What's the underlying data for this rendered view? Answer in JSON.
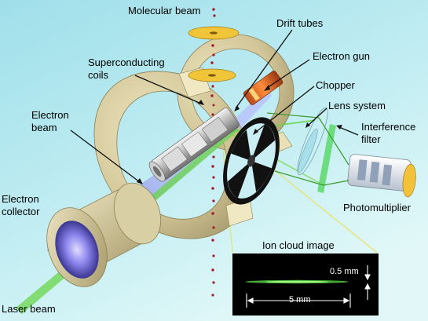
{
  "labels": {
    "molecular_beam": "Molecular beam",
    "drift_tubes": "Drift tubes",
    "electron_gun": "Electron gun",
    "superconducting_coils_1": "Superconducting",
    "superconducting_coils_2": "coils",
    "chopper": "Chopper",
    "lens_system": "Lens system",
    "electron_beam_1": "Electron",
    "electron_beam_2": "beam",
    "interference_filter_1": "Interference",
    "interference_filter_2": "filter",
    "electron_collector_1": "Electron",
    "electron_collector_2": "collector",
    "photomultiplier": "Photomultiplier",
    "ion_cloud_image": "Ion cloud image",
    "laser_beam": "Laser beam"
  },
  "inset": {
    "height_label": "0.5 mm",
    "width_label": "5 mm"
  },
  "colors": {
    "background_top": "#a8e4ee",
    "background_bottom": "#d6f6f8",
    "coil": "#d3c79a",
    "inset_bg": "#000000",
    "callout": "#e8e26a",
    "laser": "#6ad44a",
    "electron_beam": "#8d86ee"
  }
}
